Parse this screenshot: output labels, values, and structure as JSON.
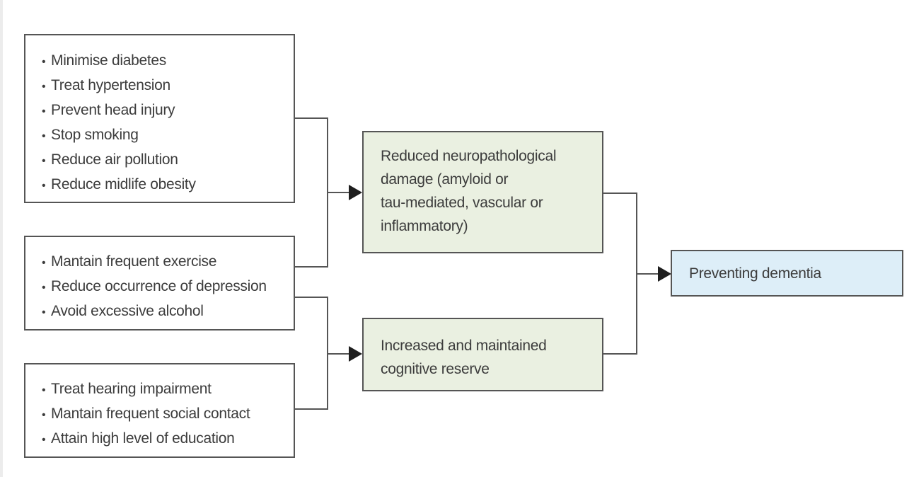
{
  "diagram": {
    "type": "flowchart",
    "risk_groups": [
      {
        "id": "group-1",
        "items": [
          "Minimise diabetes",
          "Treat hypertension",
          "Prevent head injury",
          "Stop smoking",
          "Reduce air pollution",
          "Reduce midlife obesity"
        ]
      },
      {
        "id": "group-2",
        "items": [
          "Mantain frequent exercise",
          "Reduce occurrence of depression",
          "Avoid excessive alcohol"
        ]
      },
      {
        "id": "group-3",
        "items": [
          "Treat hearing impairment",
          "Mantain frequent social contact",
          "Attain high level of education"
        ]
      }
    ],
    "mechanisms": [
      {
        "id": "neuropathological",
        "lines": [
          "Reduced neuropathological",
          "damage (amyloid or",
          "tau-mediated, vascular or",
          "inflammatory)"
        ]
      },
      {
        "id": "cognitive-reserve",
        "lines": [
          "Increased and maintained",
          "cognitive reserve"
        ]
      }
    ],
    "outcome": {
      "label": "Preventing dementia"
    },
    "edges": [
      {
        "from": [
          "group-1",
          "group-2"
        ],
        "to": "neuropathological"
      },
      {
        "from": [
          "group-2",
          "group-3"
        ],
        "to": "cognitive-reserve"
      },
      {
        "from": [
          "neuropathological",
          "cognitive-reserve"
        ],
        "to": "outcome"
      }
    ],
    "colors": {
      "border": "#555555",
      "mechanism_fill": "#eaf0e1",
      "outcome_fill": "#ddeef8",
      "text": "#3c3c3c"
    }
  }
}
